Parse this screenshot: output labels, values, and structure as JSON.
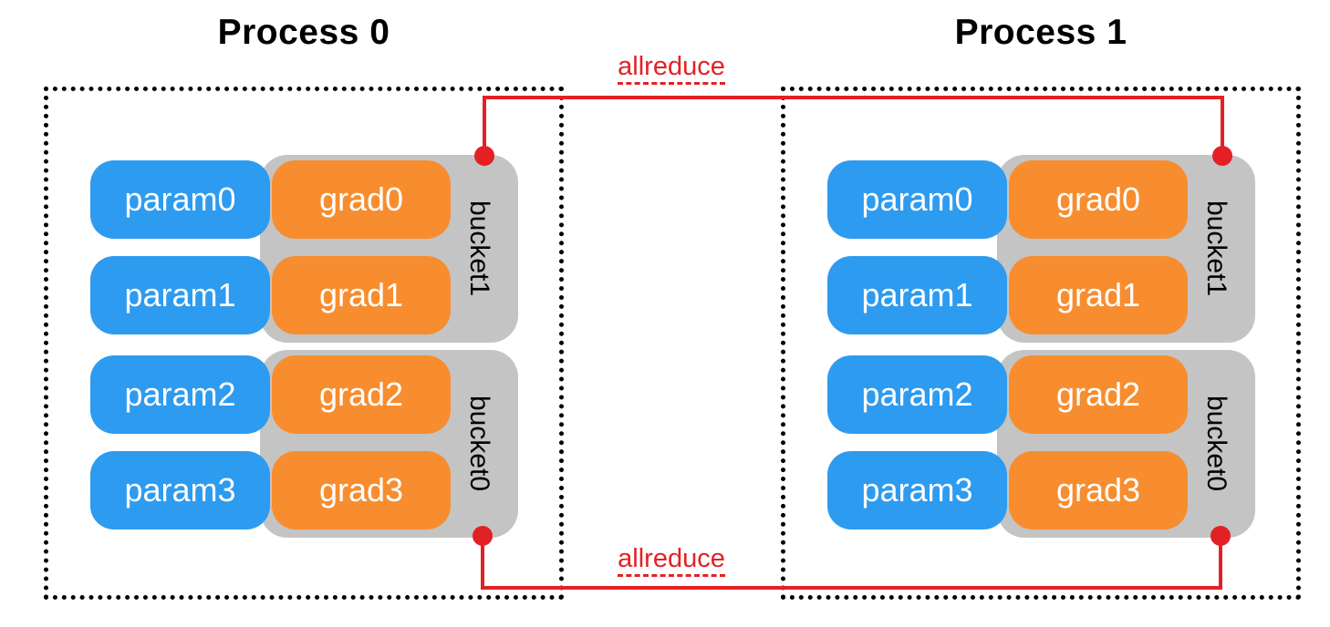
{
  "colors": {
    "param_fill": "#2D9BF0",
    "grad_fill": "#F78D2E",
    "bucket_fill": "#C4C4C4",
    "accent_red": "#E32124",
    "text_dark": "#000000",
    "text_light": "#FFFFFF"
  },
  "processes": [
    {
      "title": "Process 0",
      "params": [
        "param0",
        "param1",
        "param2",
        "param3"
      ],
      "grads": [
        "grad0",
        "grad1",
        "grad2",
        "grad3"
      ],
      "buckets": [
        {
          "label": "bucket1"
        },
        {
          "label": "bucket0"
        }
      ]
    },
    {
      "title": "Process 1",
      "params": [
        "param0",
        "param1",
        "param2",
        "param3"
      ],
      "grads": [
        "grad0",
        "grad1",
        "grad2",
        "grad3"
      ],
      "buckets": [
        {
          "label": "bucket1"
        },
        {
          "label": "bucket0"
        }
      ]
    }
  ],
  "connections": {
    "top": {
      "label": "allreduce"
    },
    "bottom": {
      "label": "allreduce"
    }
  }
}
